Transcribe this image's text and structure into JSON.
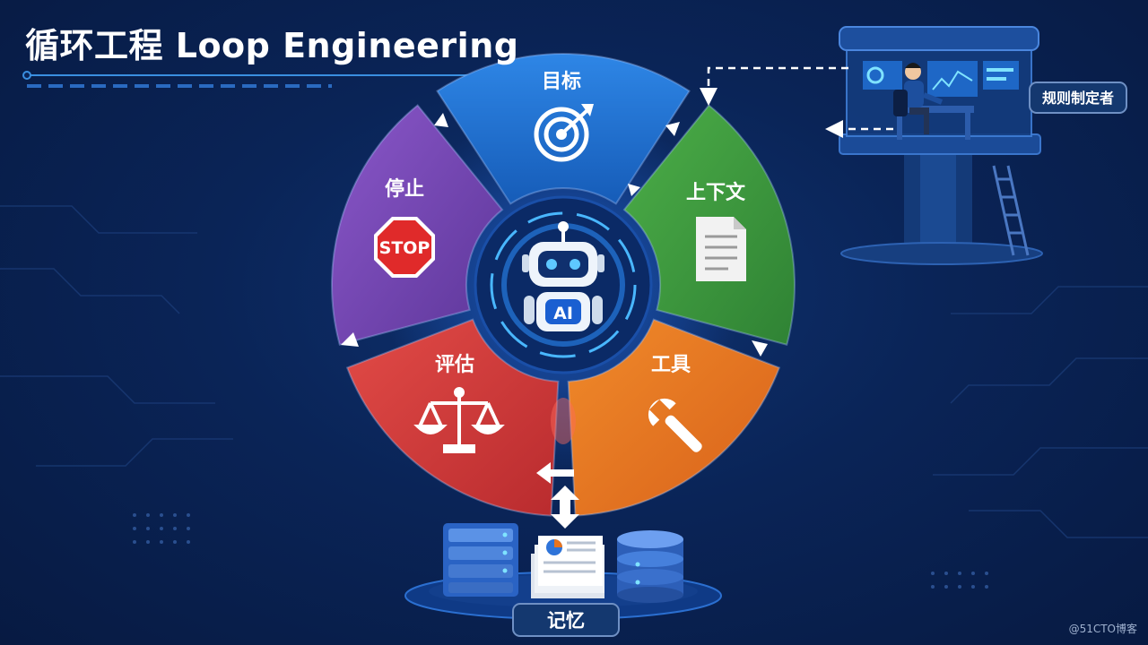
{
  "title": "循环工程 Loop Engineering",
  "loop": {
    "center_badge": "AI",
    "stages": {
      "goal": "目标",
      "context": "上下文",
      "tools": "工具",
      "evaluate": "评估",
      "stop": "停止"
    },
    "stop_sign_text": "STOP"
  },
  "memory": {
    "label": "记忆"
  },
  "rule_maker": {
    "label": "规则制定者"
  },
  "watermark": "@51CTO博客",
  "colors": {
    "goal": "#1f6fd0",
    "context": "#3f9b3f",
    "tools": "#e8741e",
    "evaluate": "#d33a38",
    "stop": "#7447b5",
    "ring_glow": "#3aa8ff"
  }
}
